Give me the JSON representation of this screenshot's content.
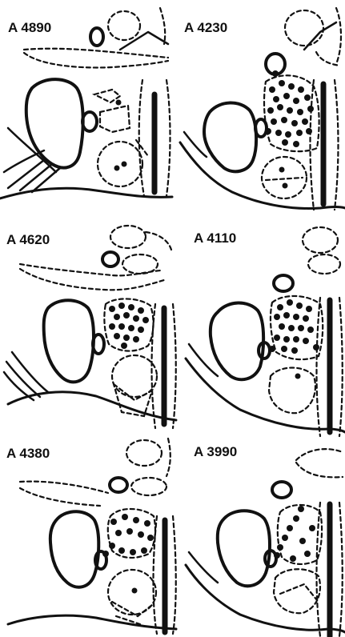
{
  "panels": [
    {
      "label": "A 4890"
    },
    {
      "label": "A 4230"
    },
    {
      "label": "A 4620"
    },
    {
      "label": "A 4110"
    },
    {
      "label": "A 4380"
    },
    {
      "label": "A 3990"
    }
  ],
  "colors": {
    "ink": "#111111",
    "background": "#ffffff"
  }
}
